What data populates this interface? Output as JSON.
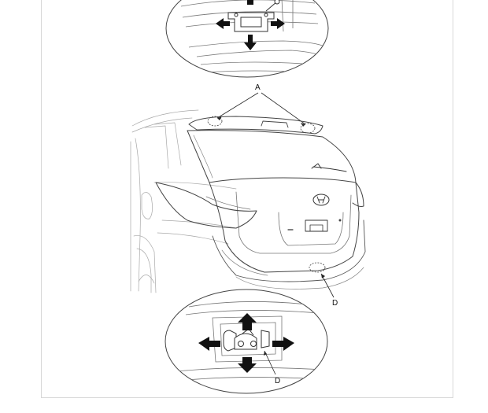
{
  "labels": {
    "a": "A",
    "d_main": "D",
    "d_detail": "D"
  },
  "colors": {
    "line": "#555555",
    "line_light": "#9a9a9a",
    "arrow": "#111111",
    "frame": "#d8d8d8"
  },
  "icons": {
    "arrow": "solid-block-arrow",
    "callout_circle": "dashed-circle"
  }
}
